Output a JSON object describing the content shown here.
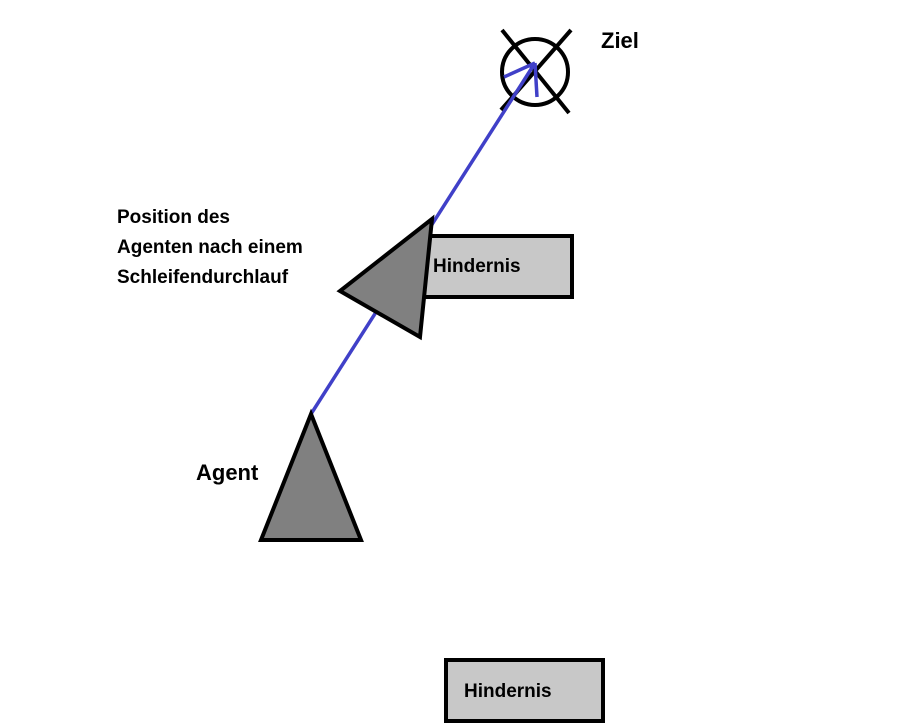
{
  "labels": {
    "goal": "Ziel",
    "agent": "Agent",
    "position_line1": "Position des",
    "position_line2": "Agenten nach einem",
    "position_line3": "Schleifendurchlauf",
    "obstacle_upper": "Hindernis",
    "obstacle_lower": "Hindernis"
  },
  "colors": {
    "background": "#ffffff",
    "path_line": "#4040c8",
    "agent_fill": "#808080",
    "obstacle_fill": "#c8c8c8",
    "outline": "#000000"
  },
  "icons": {
    "goal": "crossed-circle-icon",
    "agent": "triangle-icon"
  }
}
